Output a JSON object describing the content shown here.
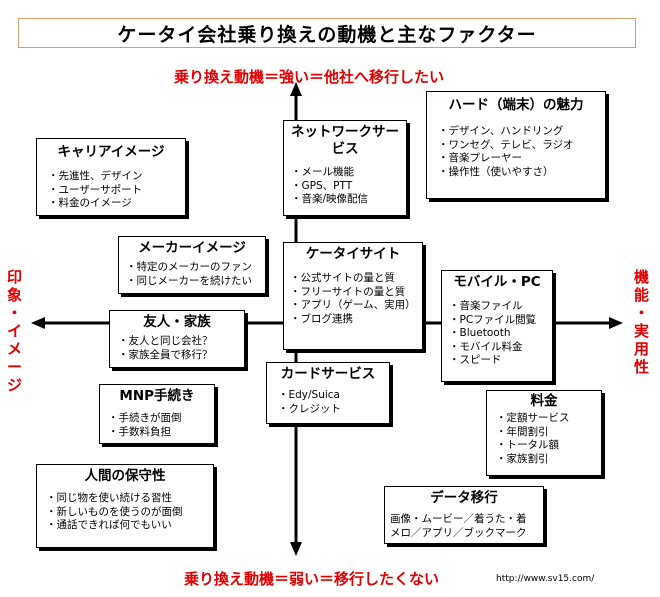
{
  "title": "ケータイ会社乗り換えの動機と主なファクター",
  "axes": {
    "top": "乗り換え動機＝強い＝他社へ移行したい",
    "bottom": "乗り換え動機＝弱い＝移行したくない",
    "left": [
      "印",
      "象",
      "・",
      "イ",
      "メ",
      "ー",
      "ジ"
    ],
    "right": [
      "機",
      "能",
      "・",
      "実",
      "用",
      "性"
    ]
  },
  "url": "http://www.sv15.com/",
  "boxes": {
    "career": {
      "title": "キャリアイメージ",
      "items": [
        "・先進性、デザイン",
        "・ユーザーサポート",
        "・料金のイメージ"
      ]
    },
    "network": {
      "title": "ネットワークサービス",
      "items": [
        "・メール機能",
        "・GPS、PTT",
        "・音楽/映像配信"
      ]
    },
    "hard": {
      "title": "ハード（端末）の魅力",
      "items": [
        "・デザイン、ハンドリング",
        "・ワンセグ、テレビ、ラジオ",
        "・音楽プレーヤー",
        "・操作性（使いやすさ）"
      ]
    },
    "maker": {
      "title": "メーカーイメージ",
      "items": [
        "・特定のメーカーのファン",
        "・同じメーカーを続けたい"
      ]
    },
    "keitai": {
      "title": "ケータイサイト",
      "items": [
        "・公式サイトの量と質",
        "・フリーサイトの量と質",
        "・アプリ（ゲーム、実用）",
        "・ブログ連携"
      ]
    },
    "mobile": {
      "title": "モバイル・PC",
      "items": [
        "・音楽ファイル",
        "・PCファイル閲覧",
        "・Bluetooth",
        "・モバイル料金",
        "・スピード"
      ]
    },
    "friend": {
      "title": "友人・家族",
      "items": [
        "・友人と同じ会社？",
        "・家族全員で移行？"
      ]
    },
    "card": {
      "title": "カードサービス",
      "items": [
        "・Edy/Suica",
        "・クレジット"
      ]
    },
    "mnp": {
      "title": "MNP手続き",
      "items": [
        "・手続きが面倒",
        "・手数料負担"
      ]
    },
    "price": {
      "title": "料金",
      "items": [
        "・定額サービス",
        "・年間割引",
        "・トータル額",
        "・家族割引"
      ]
    },
    "human": {
      "title": "人間の保守性",
      "items": [
        "・同じ物を使い続ける習性",
        "・新しいものを使うのが面倒",
        "・通話できれば何でもいい"
      ]
    },
    "data": {
      "title": "データ移行",
      "items": [
        "画像・ムービー／着うた・着",
        "メロ／アプリ／ブックマーク"
      ]
    }
  }
}
